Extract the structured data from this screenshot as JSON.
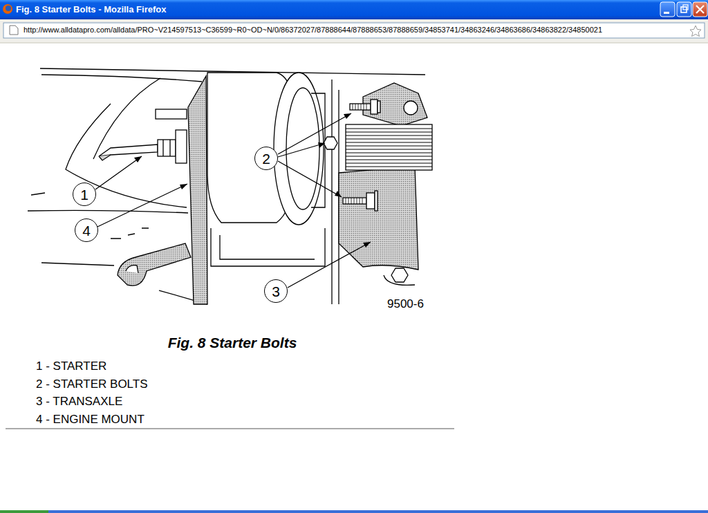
{
  "diagram": {
    "caption": "Fig. 8 Starter Bolts",
    "nodes": [
      {
        "text": [
          "2"
        ]
      },
      {
        "text": [
          "1"
        ]
      },
      {
        "text": [
          "4"
        ]
      },
      {
        "text": [
          "3"
        ]
      }
    ],
    "labels": [
      "Fig. 8 Starter Bolts - Mozilla Firefox",
      "http://www.alldatapro.com/alldata/PRO~V214597513~C36599~R0~OD~N/0/86372027/87888644/87888653/87888659/34853741/34863246/34863686/34863822/34850021",
      "9500-6",
      "1 - STARTER",
      "2 - STARTER BOLTS",
      "3 - TRANSAXLE",
      "4 - ENGINE MOUNT"
    ]
  }
}
